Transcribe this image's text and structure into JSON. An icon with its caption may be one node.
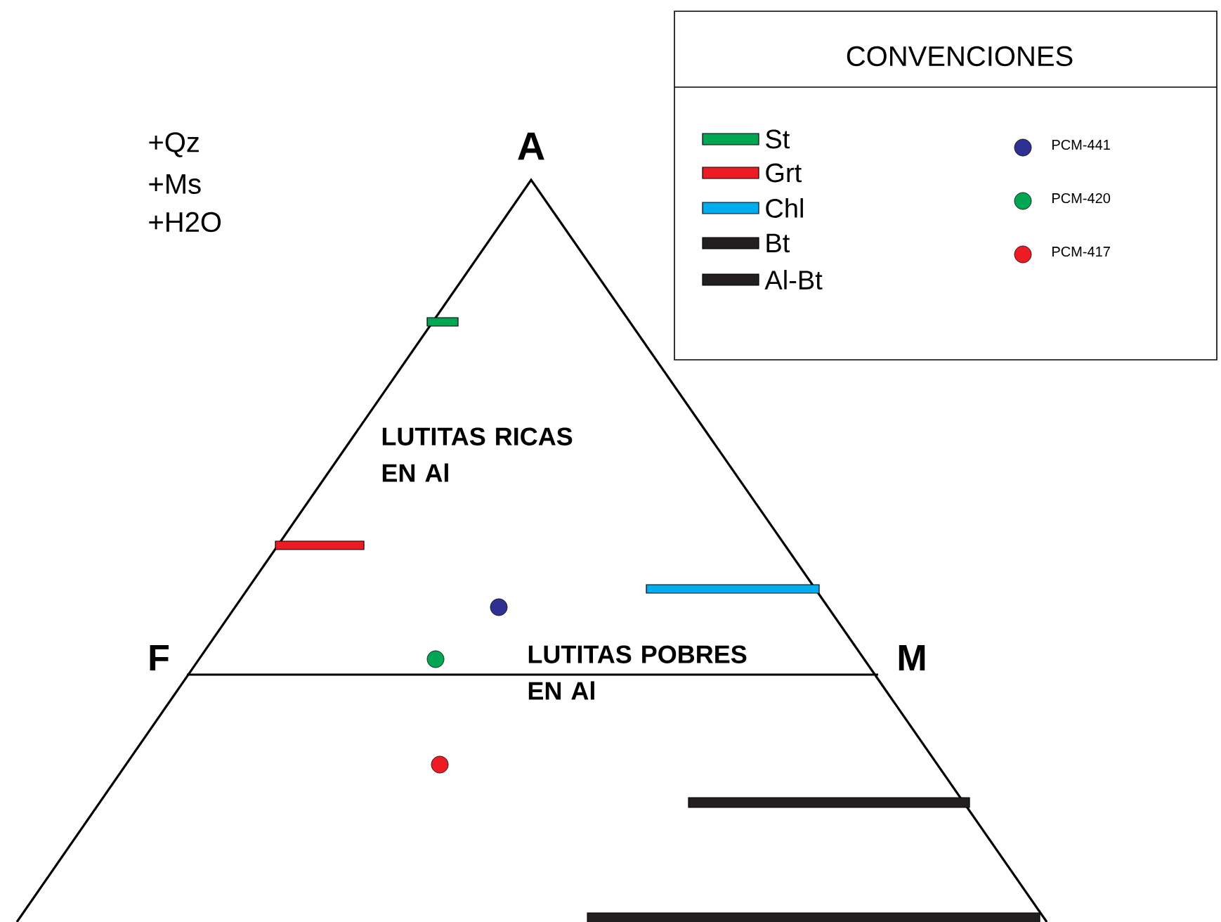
{
  "diagram": {
    "labels": [
      "+Qz",
      "+Ms",
      "+H2O",
      "A",
      "LUTITAS RICAS EN Al",
      "F",
      "LUTITAS POBRES EN Al",
      "M",
      "CONVENCIONES"
    ],
    "legend": [
      {
        "text": "St",
        "color": "#00a651"
      },
      {
        "text": "Grt",
        "color": "#ed1c24"
      },
      {
        "text": "Chl",
        "color": "#00aeef"
      },
      {
        "text": "Bt",
        "color": "#231f20"
      },
      {
        "text": "Al-Bt",
        "color": "#231f20"
      },
      {
        "text": "PCM-441",
        "color": "#2e3192"
      },
      {
        "text": "PCM-420",
        "color": "#00a651"
      },
      {
        "text": "PCM-417",
        "color": "#ed1c24"
      }
    ]
  }
}
